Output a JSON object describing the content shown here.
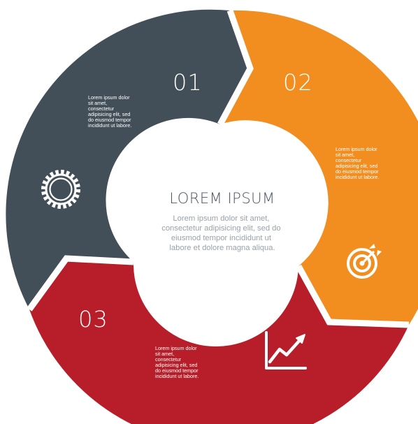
{
  "colors": {
    "segment_01": "#434f58",
    "segment_02": "#f28e1f",
    "segment_03": "#b81e2a",
    "center_bg": "#ffffff",
    "center_title": "#4a5560",
    "center_body": "#9aa1a8"
  },
  "center": {
    "title": "LOREM IPSUM",
    "body_lines": [
      "Lorem ipsum dolor sit amet,",
      "consectetur adipisicing elit, sed do",
      "eiusmod tempor incididunt ut",
      "labore et dolore magna aliqua."
    ]
  },
  "segments": [
    {
      "number": "01",
      "icon": "gear-icon",
      "text_lines": [
        "Lorem ipsum dolor",
        "sit amet,",
        "consectetur",
        "adipisicing elit, sed",
        "do eiusmod tempor",
        "incididunt ut labore."
      ]
    },
    {
      "number": "02",
      "icon": "target-icon",
      "text_lines": [
        "Lorem ipsum dolor",
        "sit amet,",
        "consectetur",
        "adipisicing elit, sed",
        "do eiusmod tempor",
        "incididunt ut labore."
      ]
    },
    {
      "number": "03",
      "icon": "chart-growth-icon",
      "text_lines": [
        "Lorem ipsum dolor",
        "sit amet,",
        "consectetur",
        "adipisicing elit, sed",
        "do eiusmod tempor",
        "incididunt ut labore."
      ]
    }
  ]
}
